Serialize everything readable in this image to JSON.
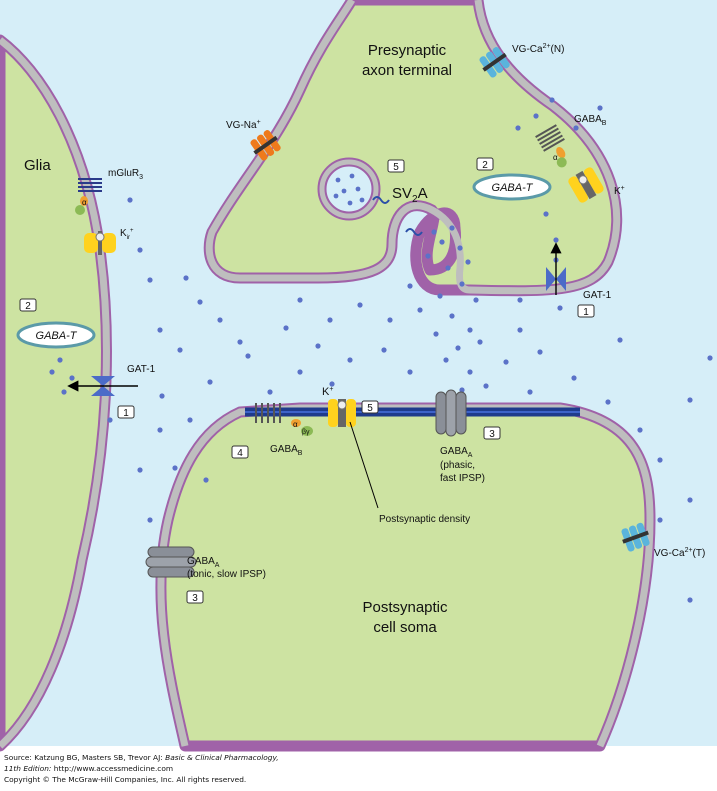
{
  "labels": {
    "presynaptic": [
      "Presynaptic",
      "axon terminal"
    ],
    "postsynaptic": [
      "Postsynaptic",
      "cell soma"
    ],
    "glia": "Glia",
    "vgna": "VG-Na",
    "vgna_sup": "+",
    "vgca_n": "VG-Ca",
    "vgca_n_sup": "2+",
    "vgca_n_suffix": "(N)",
    "vgca_t": "VG-Ca",
    "vgca_t_sup": "2+",
    "vgca_t_suffix": "(T)",
    "gabab_pre": "GABA",
    "gabab_pre_sub": "B",
    "gabab_post": "GABA",
    "gabab_post_sub": "B",
    "k_pre": "K",
    "k_pre_sup": "+",
    "k_post": "K",
    "k_post_sup": "+",
    "kir": "K",
    "kir_sub": "ir",
    "kir_sup": "+",
    "mglur": "mGluR",
    "mglur_sub": "3",
    "gat1_pre": "GAT-1",
    "gat1_glia": "GAT-1",
    "gaba_t_pre": "GABA-T",
    "gaba_t_glia": "GABA-T",
    "sv2a": "SV",
    "sv2a_sub": "2",
    "sv2a_suffix": "A",
    "gabaa_phasic": [
      "GABA",
      "(phasic,",
      "fast IPSP)"
    ],
    "gabaa_phasic_sub": "A",
    "gabaa_tonic": [
      "GABA",
      "(tonic, slow IPSP)"
    ],
    "gabaa_tonic_sub": "A",
    "psd": "Postsynaptic density",
    "alpha": "α",
    "beta": "β",
    "gamma": "γ"
  },
  "numbers": {
    "sv2a": "5",
    "gaba_t_pre": "2",
    "gat1_pre": "1",
    "gaba_t_glia": "2",
    "gat1_glia": "1",
    "k_post": "5",
    "gabaa_phasic": "3",
    "gabab_post": "4",
    "gabaa_tonic": "3"
  },
  "footer": {
    "source_prefix": "Source: Katzung BG, Masters SB, Trevor AJ: ",
    "source_title": "Basic & Clinical Pharmacology,",
    "edition": "11th Edition:",
    "url": " http://www.accessmedicine.com",
    "copyright": "Copyright © The McGraw-Hill Companies, Inc. All rights reserved."
  },
  "colors": {
    "extracellular": "#d6eef8",
    "cell": "#cde3a2",
    "membrane": "#bebebe",
    "membrane_edge": "#9a5ca0",
    "gaba_dot": "#5b72c8",
    "psd": "#1f3b8c",
    "gabaa_receptor": "#8a8f98",
    "vg_ca": "#5ab4dc",
    "vg_na": "#ee7a1c",
    "k_channel": "#ffd21e",
    "transporter": "#4b6bc8"
  }
}
